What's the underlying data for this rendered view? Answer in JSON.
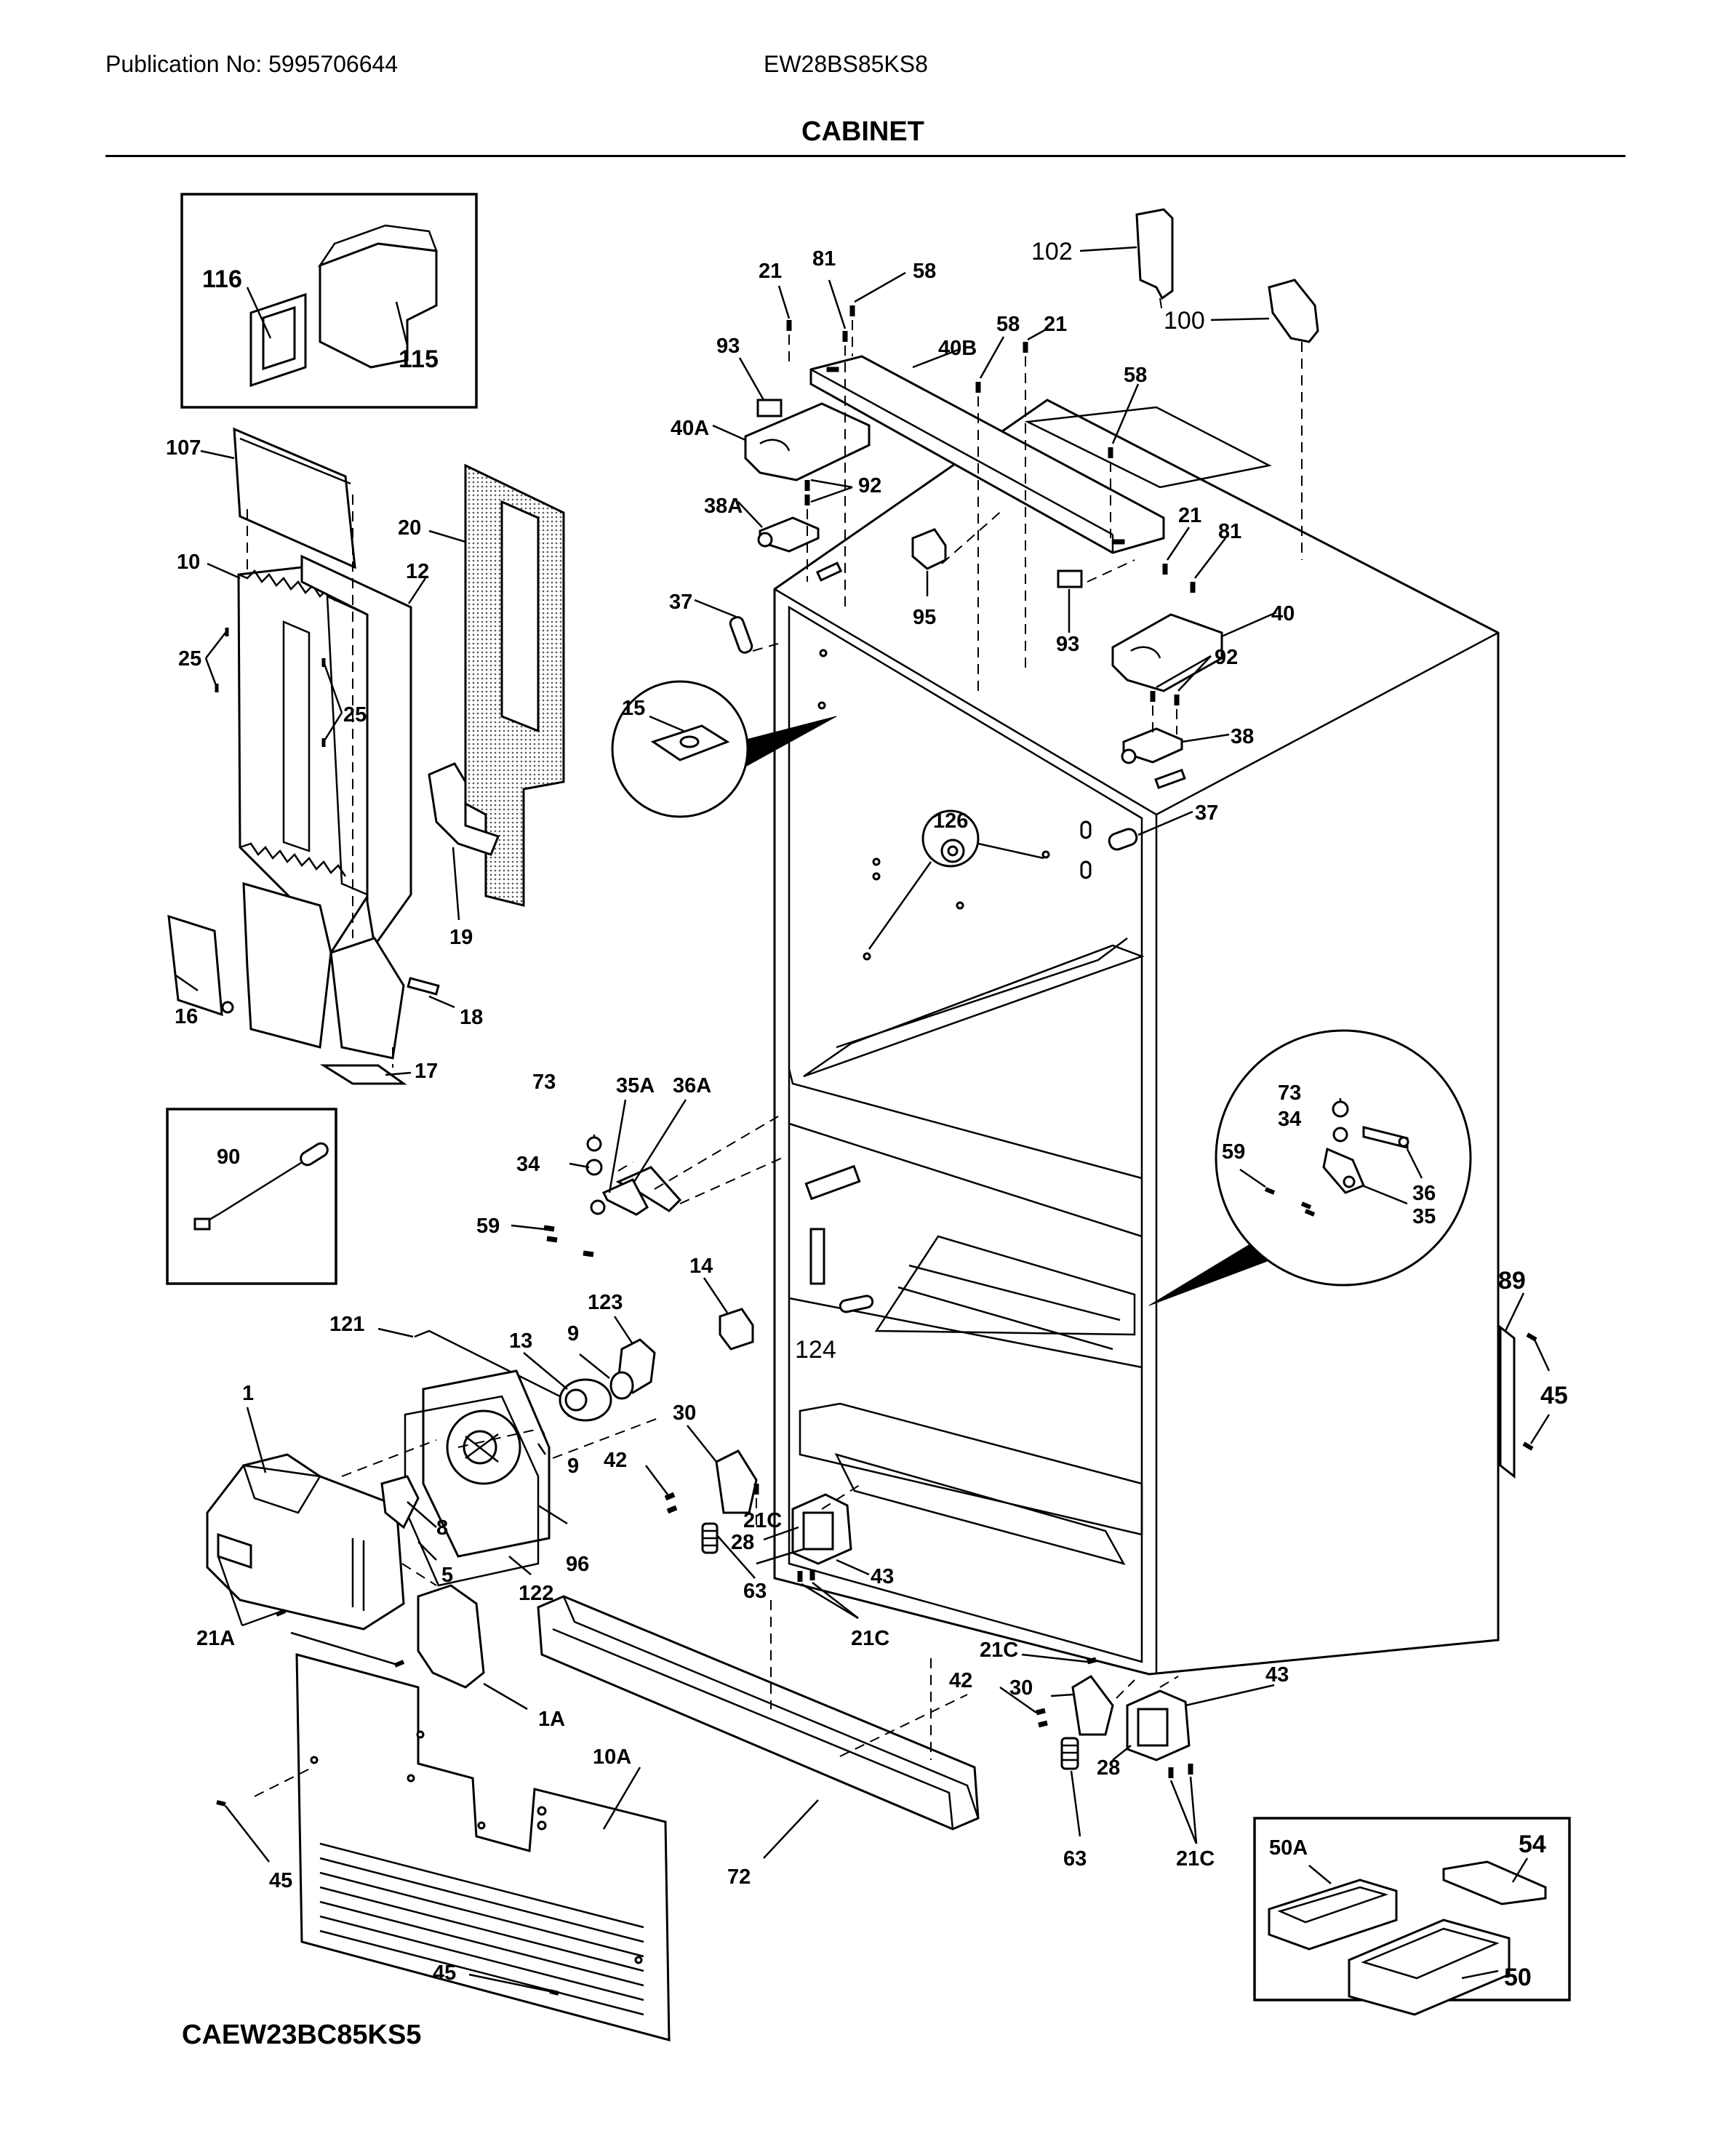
{
  "header": {
    "publication": "Publication No: 5995706644",
    "model": "EW28BS85KS8",
    "section": "CABINET"
  },
  "footer": {
    "alt_model": "CAEW23BC85KS5"
  },
  "callouts": {
    "c116": "116",
    "c115": "115",
    "c107": "107",
    "c20": "20",
    "c10": "10",
    "c12": "12",
    "c25a": "25",
    "c25b": "25",
    "c19": "19",
    "c16": "16",
    "c18": "18",
    "c17": "17",
    "c90": "90",
    "c21a": "21",
    "c81a": "81",
    "c58a": "58",
    "c93a": "93",
    "c40b": "40B",
    "c58b": "58",
    "c21b": "21",
    "c102": "102",
    "c100": "100",
    "c58c": "58",
    "c40a": "40A",
    "c92a": "92",
    "c38a": "38A",
    "c21c": "21",
    "c81b": "81",
    "c37a": "37",
    "c95": "95",
    "c93b": "93",
    "c40": "40",
    "c92b": "92",
    "c15": "15",
    "c38": "38",
    "c37b": "37",
    "c126": "126",
    "c73a": "73",
    "c35a": "35A",
    "c36a": "36A",
    "c34a": "34",
    "c59a": "59",
    "c73b": "73",
    "c34b": "34",
    "c59b": "59",
    "c36": "36",
    "c35": "35",
    "c14": "14",
    "c121": "121",
    "c13": "13",
    "c9a": "9",
    "c123": "123",
    "c1": "1",
    "c9b": "9",
    "c30a": "30",
    "c124": "124",
    "c42a": "42",
    "c8": "8",
    "c96": "96",
    "c21ca": "21C",
    "c28a": "28",
    "c5": "5",
    "c122": "122",
    "c63a": "63",
    "c43a": "43",
    "c21A": "21A",
    "c21cb": "21C",
    "c1A": "1A",
    "c10A": "10A",
    "c89": "89",
    "c45a": "45",
    "c21cc": "21C",
    "c43b": "43",
    "c42b": "42",
    "c30b": "30",
    "c28b": "28",
    "c63b": "63",
    "c21cd": "21C",
    "c45b": "45",
    "c72": "72",
    "c45c": "45",
    "c50A": "50A",
    "c54": "54",
    "c50": "50"
  }
}
